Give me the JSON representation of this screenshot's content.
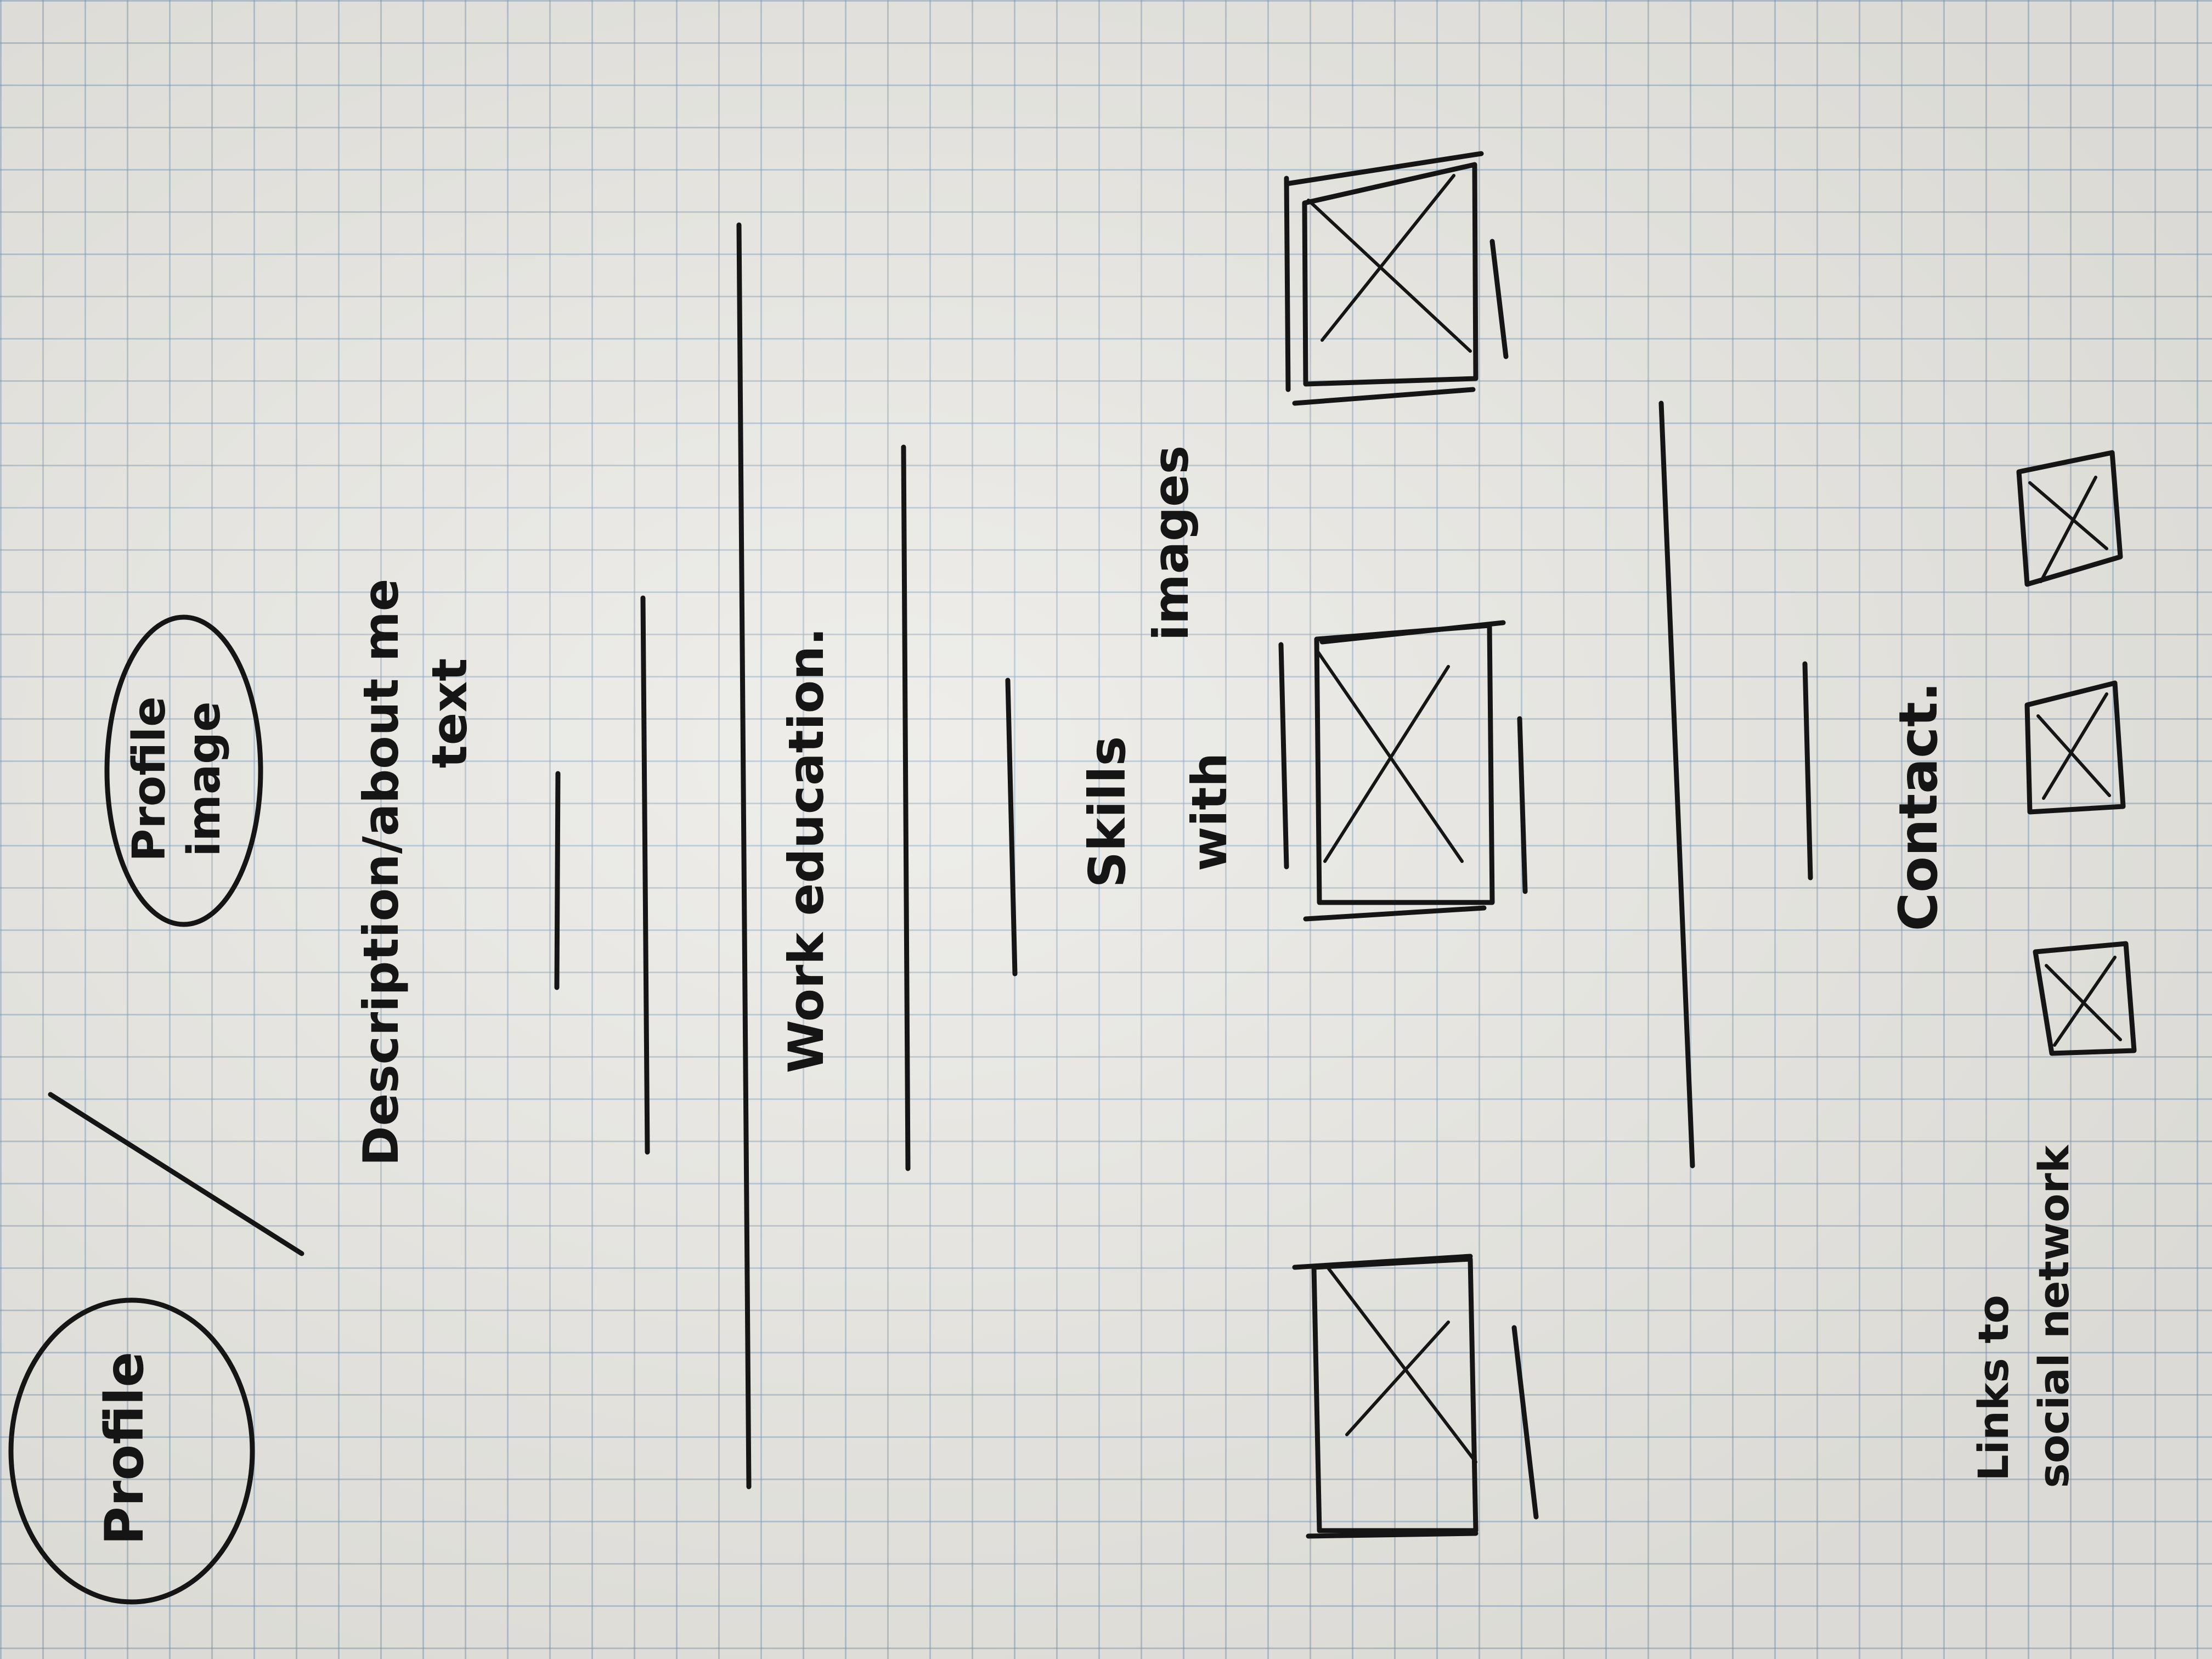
{
  "sketch": {
    "brand_bubble": "Profile",
    "profile_image_bubble": "Profile image",
    "description": {
      "line1": "Description/about me",
      "line2": "text"
    },
    "work_education": "Work education.",
    "skills": {
      "line1": "Skills",
      "line2": "with",
      "line3": "images"
    },
    "contact": "Contact.",
    "social_links": {
      "line1": "Links to",
      "line2": "social network"
    }
  }
}
